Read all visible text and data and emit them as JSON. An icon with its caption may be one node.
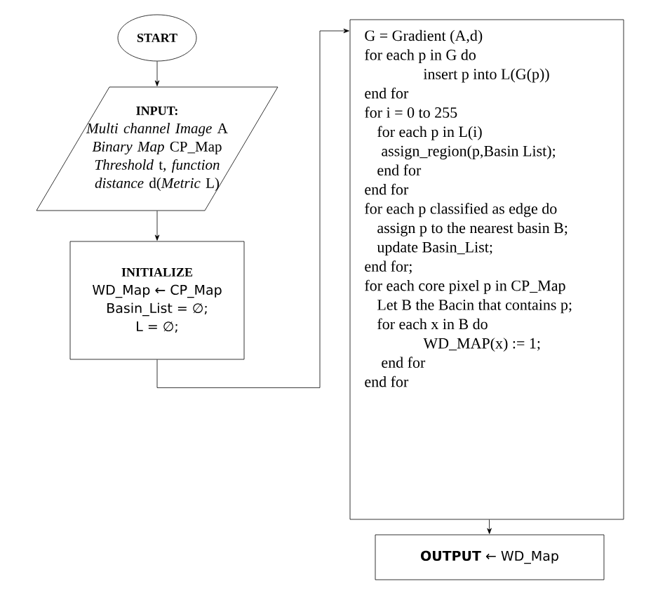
{
  "diagram": {
    "nodes": [
      {
        "text": [
          "START"
        ]
      },
      {
        "text": [
          "INPUT:",
          "*Multi channel Image* A *Binary Map* CP_Map *Threshold* t, *function distance* d(*Metric* L)"
        ]
      },
      {
        "text": [
          "INITIALIZE",
          "WD_Map ← CP_Map",
          "Basin_List =  ∅;",
          "L = ∅;"
        ]
      },
      {
        "text": [
          "G = Gradient (A,d)",
          "for each p in G do",
          "insert p into L(G(p))",
          "end for",
          "for i = 0 to 255",
          "for each p in L(i)",
          "assign_region(p,Basin List);",
          "end for",
          "end for",
          "for each p classified as edge do",
          "assign p to the nearest basin B;",
          "update Basin_List;",
          "end for;",
          "for each core pixel p in CP_Map",
          "Let B the Bacin that contains p;",
          "for each x in B do",
          "WD_MAP(x) := 1;",
          "end for",
          "end for"
        ]
      },
      {
        "text": [
          "**OUTPUT** ← WD_Map"
        ]
      }
    ],
    "edges": [
      {
        "from": 0,
        "to": 1,
        "arrow": "to"
      },
      {
        "from": 1,
        "to": 2,
        "arrow": "to"
      },
      {
        "from": 2,
        "to": 3,
        "arrow": "to"
      },
      {
        "from": 3,
        "to": 4,
        "arrow": "to"
      }
    ]
  }
}
